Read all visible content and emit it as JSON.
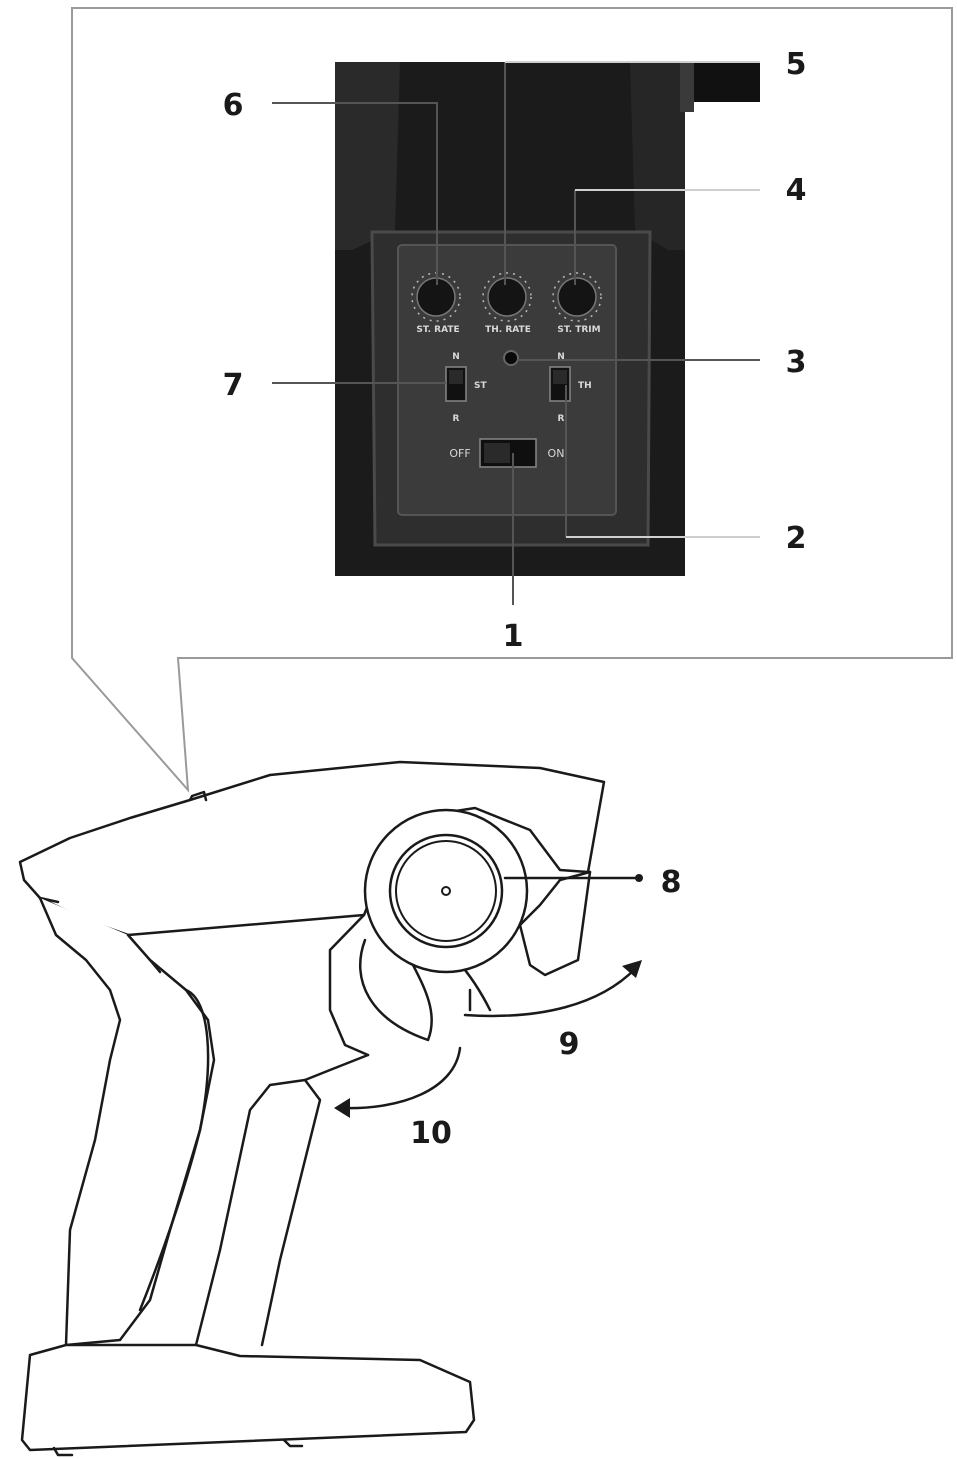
{
  "callouts": [
    "1",
    "2",
    "3",
    "4",
    "5",
    "6",
    "7",
    "8",
    "9",
    "10"
  ],
  "panel": {
    "knob_labels": [
      "ST. RATE",
      "TH. RATE",
      "ST. TRIM"
    ],
    "power_off_label": "OFF",
    "power_on_label": "ON",
    "st_switch": {
      "label": "ST",
      "top": "N",
      "bottom": "R"
    },
    "th_switch": {
      "label": "TH",
      "top": "N",
      "bottom": "R"
    }
  }
}
